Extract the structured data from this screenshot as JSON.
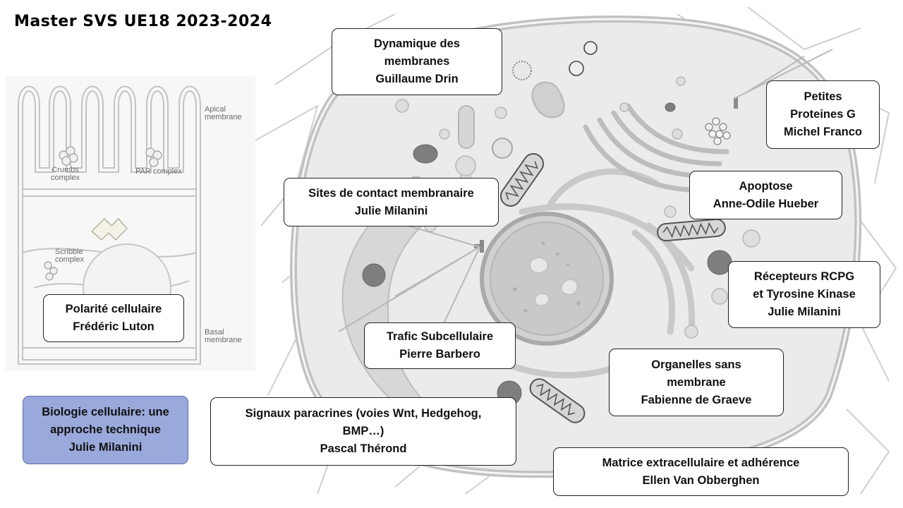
{
  "header": {
    "title": "Master SVS UE18  2023-2024"
  },
  "epithelium": {
    "labels": {
      "apical": "Apical\nmembrane",
      "crumbs": "Crumbs\ncomplex",
      "par": "PAR complex",
      "scribble": "Scribble\ncomplex",
      "basal": "Basal\nmembrane"
    }
  },
  "courses": [
    {
      "id": "dynamique",
      "line1": "Dynamique des",
      "line2": "membranes",
      "teacher": "Guillaume Drin"
    },
    {
      "id": "petites",
      "line1": "Petites",
      "line2": "Proteines G",
      "teacher": "Michel Franco"
    },
    {
      "id": "sites",
      "line1": "Sites de contact membranaire",
      "teacher": "Julie Milanini"
    },
    {
      "id": "apoptose",
      "line1": "Apoptose",
      "teacher": "Anne-Odile Hueber"
    },
    {
      "id": "recepteurs",
      "line1": "Récepteurs RCPG",
      "line2": "et Tyrosine Kinase",
      "teacher": "Julie Milanini"
    },
    {
      "id": "polarite",
      "line1": "Polarité cellulaire",
      "teacher": "Frédéric Luton"
    },
    {
      "id": "trafic",
      "line1": "Trafic Subcellulaire",
      "teacher": "Pierre Barbero"
    },
    {
      "id": "organelles",
      "line1": "Organelles sans",
      "line2": "membrane",
      "teacher": "Fabienne de Graeve"
    },
    {
      "id": "biologie",
      "line1": "Biologie cellulaire: une",
      "line2": "approche technique",
      "teacher": "Julie Milanini"
    },
    {
      "id": "signaux",
      "line1": "Signaux paracrines (voies Wnt, Hedgehog,",
      "line2": "BMP…)",
      "teacher": "Pascal Thérond"
    },
    {
      "id": "matrice",
      "line1": "Matrice extracellulaire et adhérence",
      "teacher": "Ellen Van Obberghen"
    }
  ],
  "colors": {
    "highlight_box": "#9aa9db",
    "cell_stroke": "#bdbdbd",
    "cell_fill": "#e6e6e6"
  }
}
